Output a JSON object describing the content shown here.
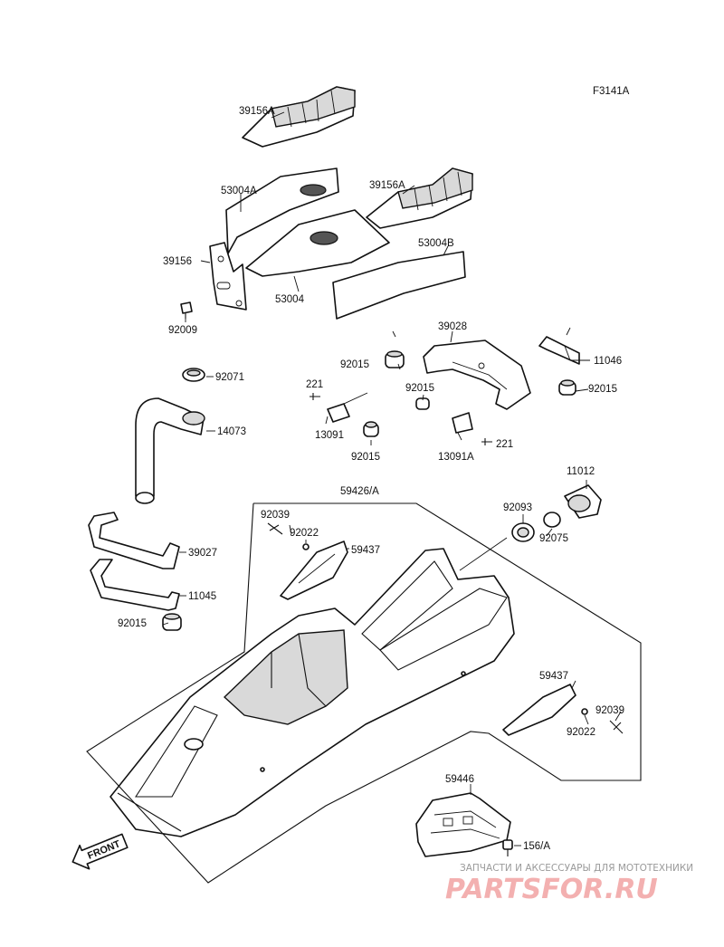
{
  "figure_code": "F3141A",
  "labels": [
    "39156A",
    "39156A",
    "53004A",
    "53004B",
    "39156",
    "53004",
    "92009",
    "39028",
    "92015",
    "11046",
    "92015",
    "92015",
    "221",
    "13091",
    "92015",
    "13091A",
    "221",
    "92071",
    "14073",
    "11012",
    "59426/A",
    "92093",
    "92075",
    "92039",
    "92022",
    "59437",
    "39027",
    "11045",
    "92015",
    "59437",
    "92039",
    "92022",
    "59446",
    "156/A"
  ],
  "front_arrow": "FRONT",
  "watermark": {
    "line1": "ЗАПЧАСТИ И АКСЕССУАРЫ ДЛЯ МОТОТЕХНИКИ",
    "line2": "PARTSFOR.RU"
  },
  "colors": {
    "line": "#111111",
    "watermark": "#f3b0b0"
  }
}
